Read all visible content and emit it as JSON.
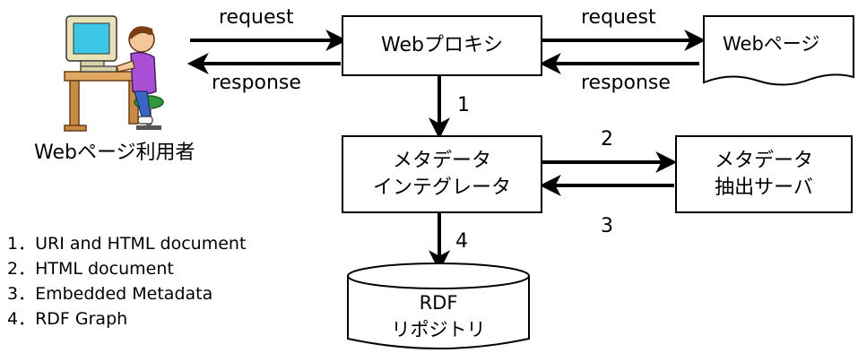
{
  "nodes": {
    "web_proxy": "Webプロキシ",
    "web_page": "Webページ",
    "user": "Webページ利用者",
    "integrator": [
      "メタデータ",
      "インテグレータ"
    ],
    "extractor": [
      "メタデータ",
      "抽出サーバ"
    ],
    "repository": [
      "RDF",
      "リポジトリ"
    ]
  },
  "edges": {
    "left_request": "request",
    "left_response": "response",
    "right_request": "request",
    "right_response": "response",
    "step1": "1",
    "step2": "2",
    "step3": "3",
    "step4": "4"
  },
  "legend": [
    "1．URI and HTML document",
    "2．HTML document",
    "3．Embedded Metadata",
    "4．RDF Graph"
  ]
}
